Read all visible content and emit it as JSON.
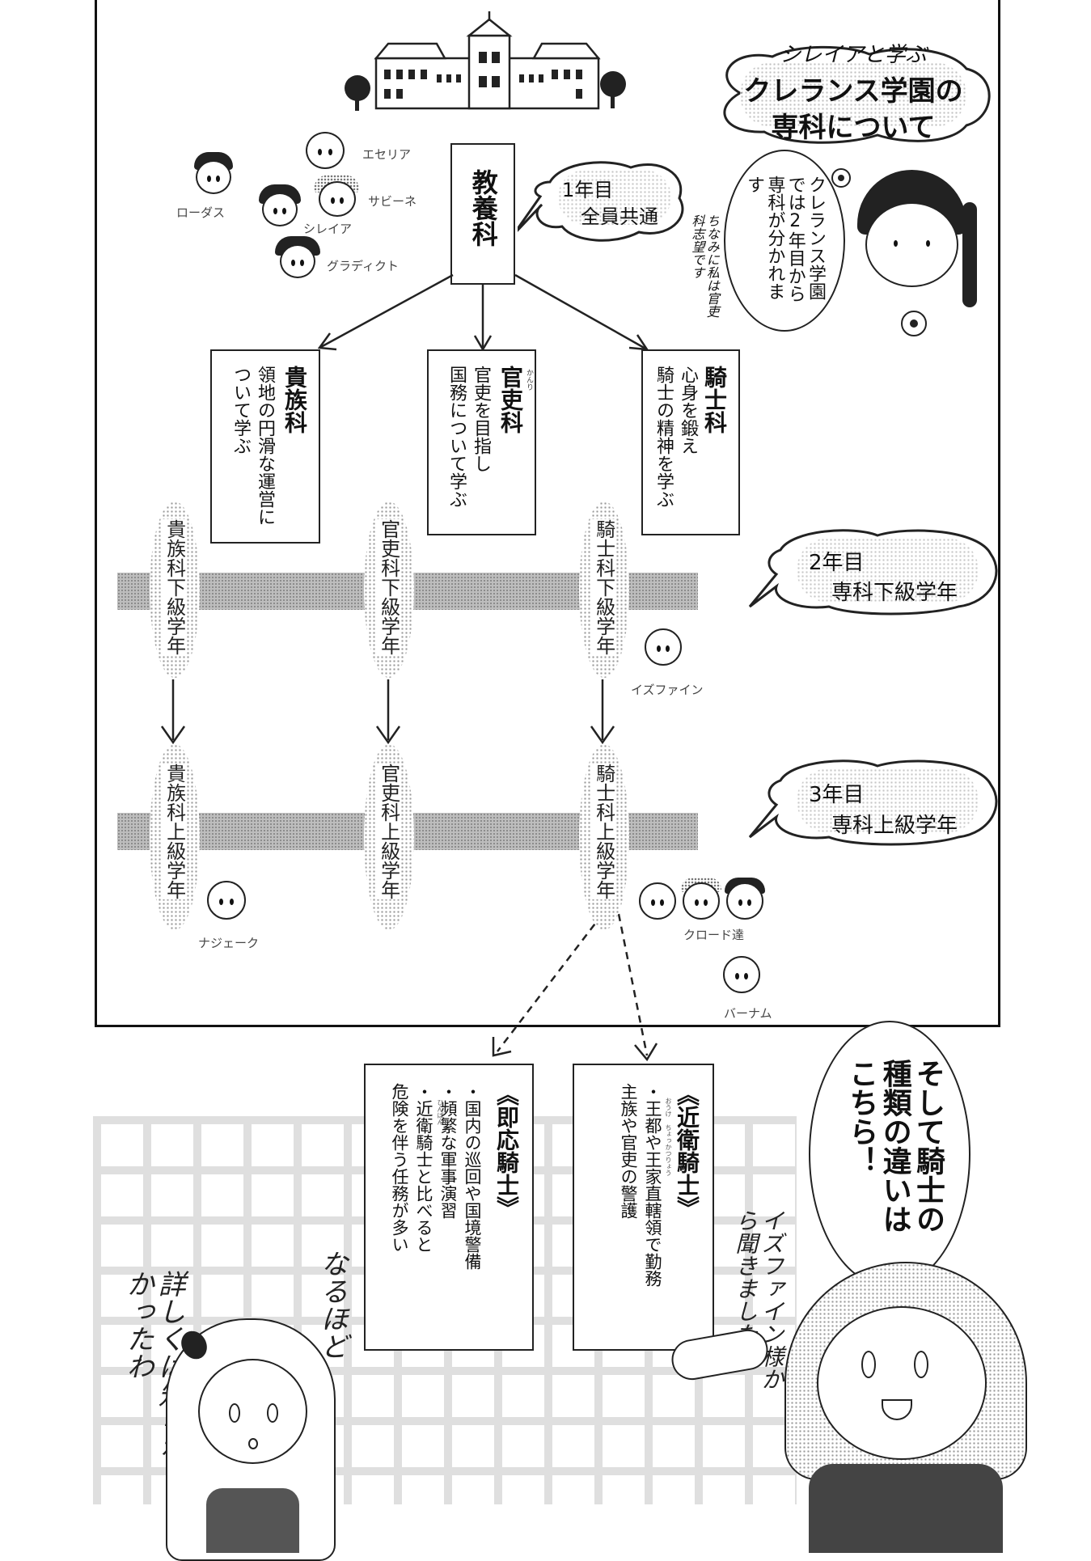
{
  "header": {
    "subtitle": "シレイアと学ぶ",
    "title_line1": "クレランス学園の",
    "title_line2": "専科について"
  },
  "characters": {
    "top_group": [
      "ローダス",
      "エセリア",
      "サビーネ",
      "シレイア",
      "グラディクト"
    ],
    "izfine": "イズファイン",
    "najek": "ナジェーク",
    "claude": "クロード達",
    "barnam": "バーナム"
  },
  "explanation": {
    "main": "クレランス学園では2年目から専科が分かれます",
    "aside": "ちなみに私は官吏科志望です"
  },
  "year1": {
    "course": "教養科",
    "bubble_line1": "1年目",
    "bubble_line2": "全員共通"
  },
  "courses": [
    {
      "name": "貴族科",
      "ruby": "",
      "desc1": "領地の円滑な運営に",
      "desc2": "ついて学ぶ"
    },
    {
      "name": "官吏科",
      "ruby": "かんり",
      "desc1": "官吏を目指し",
      "desc2": "国務について学ぶ"
    },
    {
      "name": "騎士科",
      "ruby": "",
      "desc1": "心身を鍛え",
      "desc2": "騎士の精神を学ぶ"
    }
  ],
  "year2": {
    "bubble_line1": "2年目",
    "bubble_line2": "専科下級学年",
    "ovals": [
      "貴族科下級学年",
      "官吏科下級学年",
      "騎士科下級学年"
    ]
  },
  "year3": {
    "bubble_line1": "3年目",
    "bubble_line2": "専科上級学年",
    "ovals": [
      "貴族科上級学年",
      "官吏科上級学年",
      "騎士科上級学年"
    ]
  },
  "knights": [
    {
      "name": "《即応騎士》",
      "items": [
        "・国内の巡回や国境警備",
        "・頻繁な軍事演習",
        "・近衛騎士と比べると",
        "危険を伴う任務が多い"
      ],
      "ruby": "ひんぱん"
    },
    {
      "name": "《近衛騎士》",
      "items": [
        "・王都や王家直轄領で勤務",
        "主族や官吏の警護"
      ],
      "ruby": "おうけ ちょっかつりょう"
    }
  ],
  "dialogue": {
    "speech": "そして騎士の種類の違いはこちら！",
    "handwritten_right": "イズファイン様から聞きました！",
    "handwritten_mid": "なるほど",
    "handwritten_left": "詳しくは知らなかったわ"
  }
}
